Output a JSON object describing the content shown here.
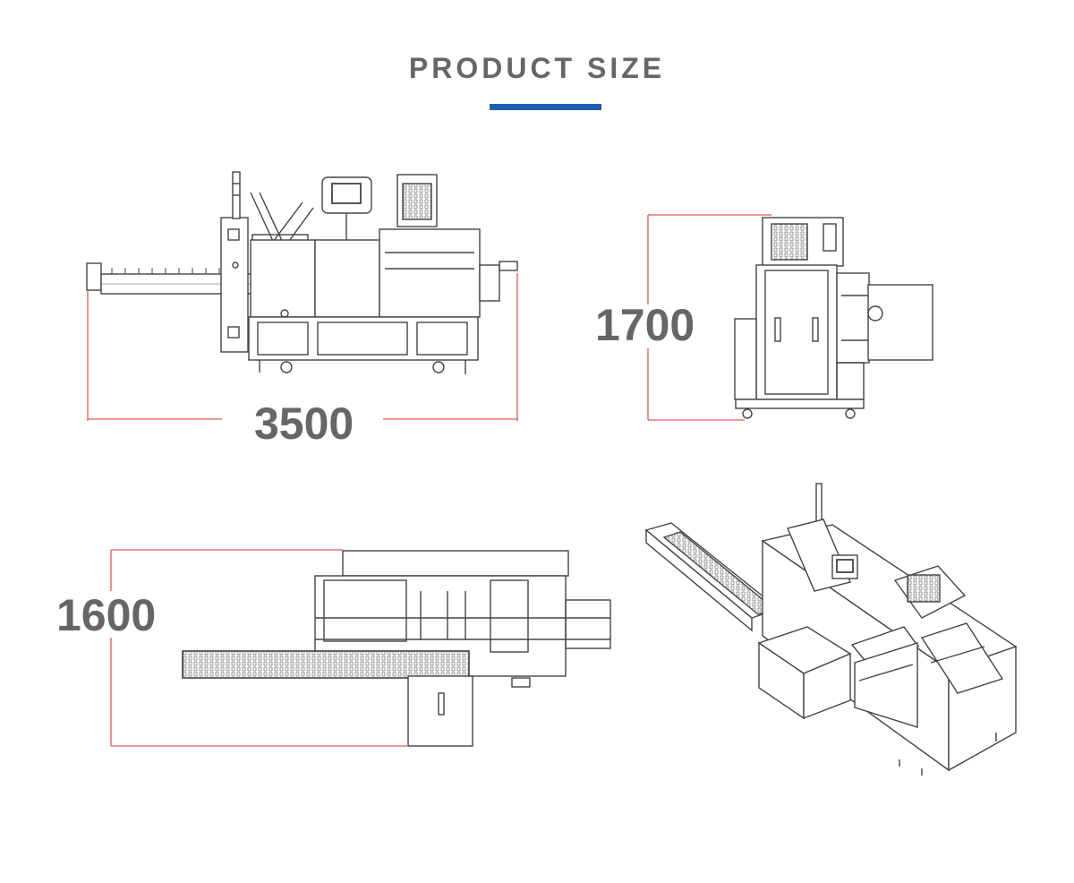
{
  "header": {
    "title": "PRODUCT SIZE"
  },
  "dimensions": {
    "length": "3500",
    "height": "1700",
    "width": "1600"
  },
  "colors": {
    "accent": "#1f5fb0",
    "dimension_line": "#e05a5a",
    "drawing": "#444444",
    "label": "#666666"
  },
  "views": [
    "front-view",
    "side-view",
    "top-view",
    "isometric-view"
  ]
}
